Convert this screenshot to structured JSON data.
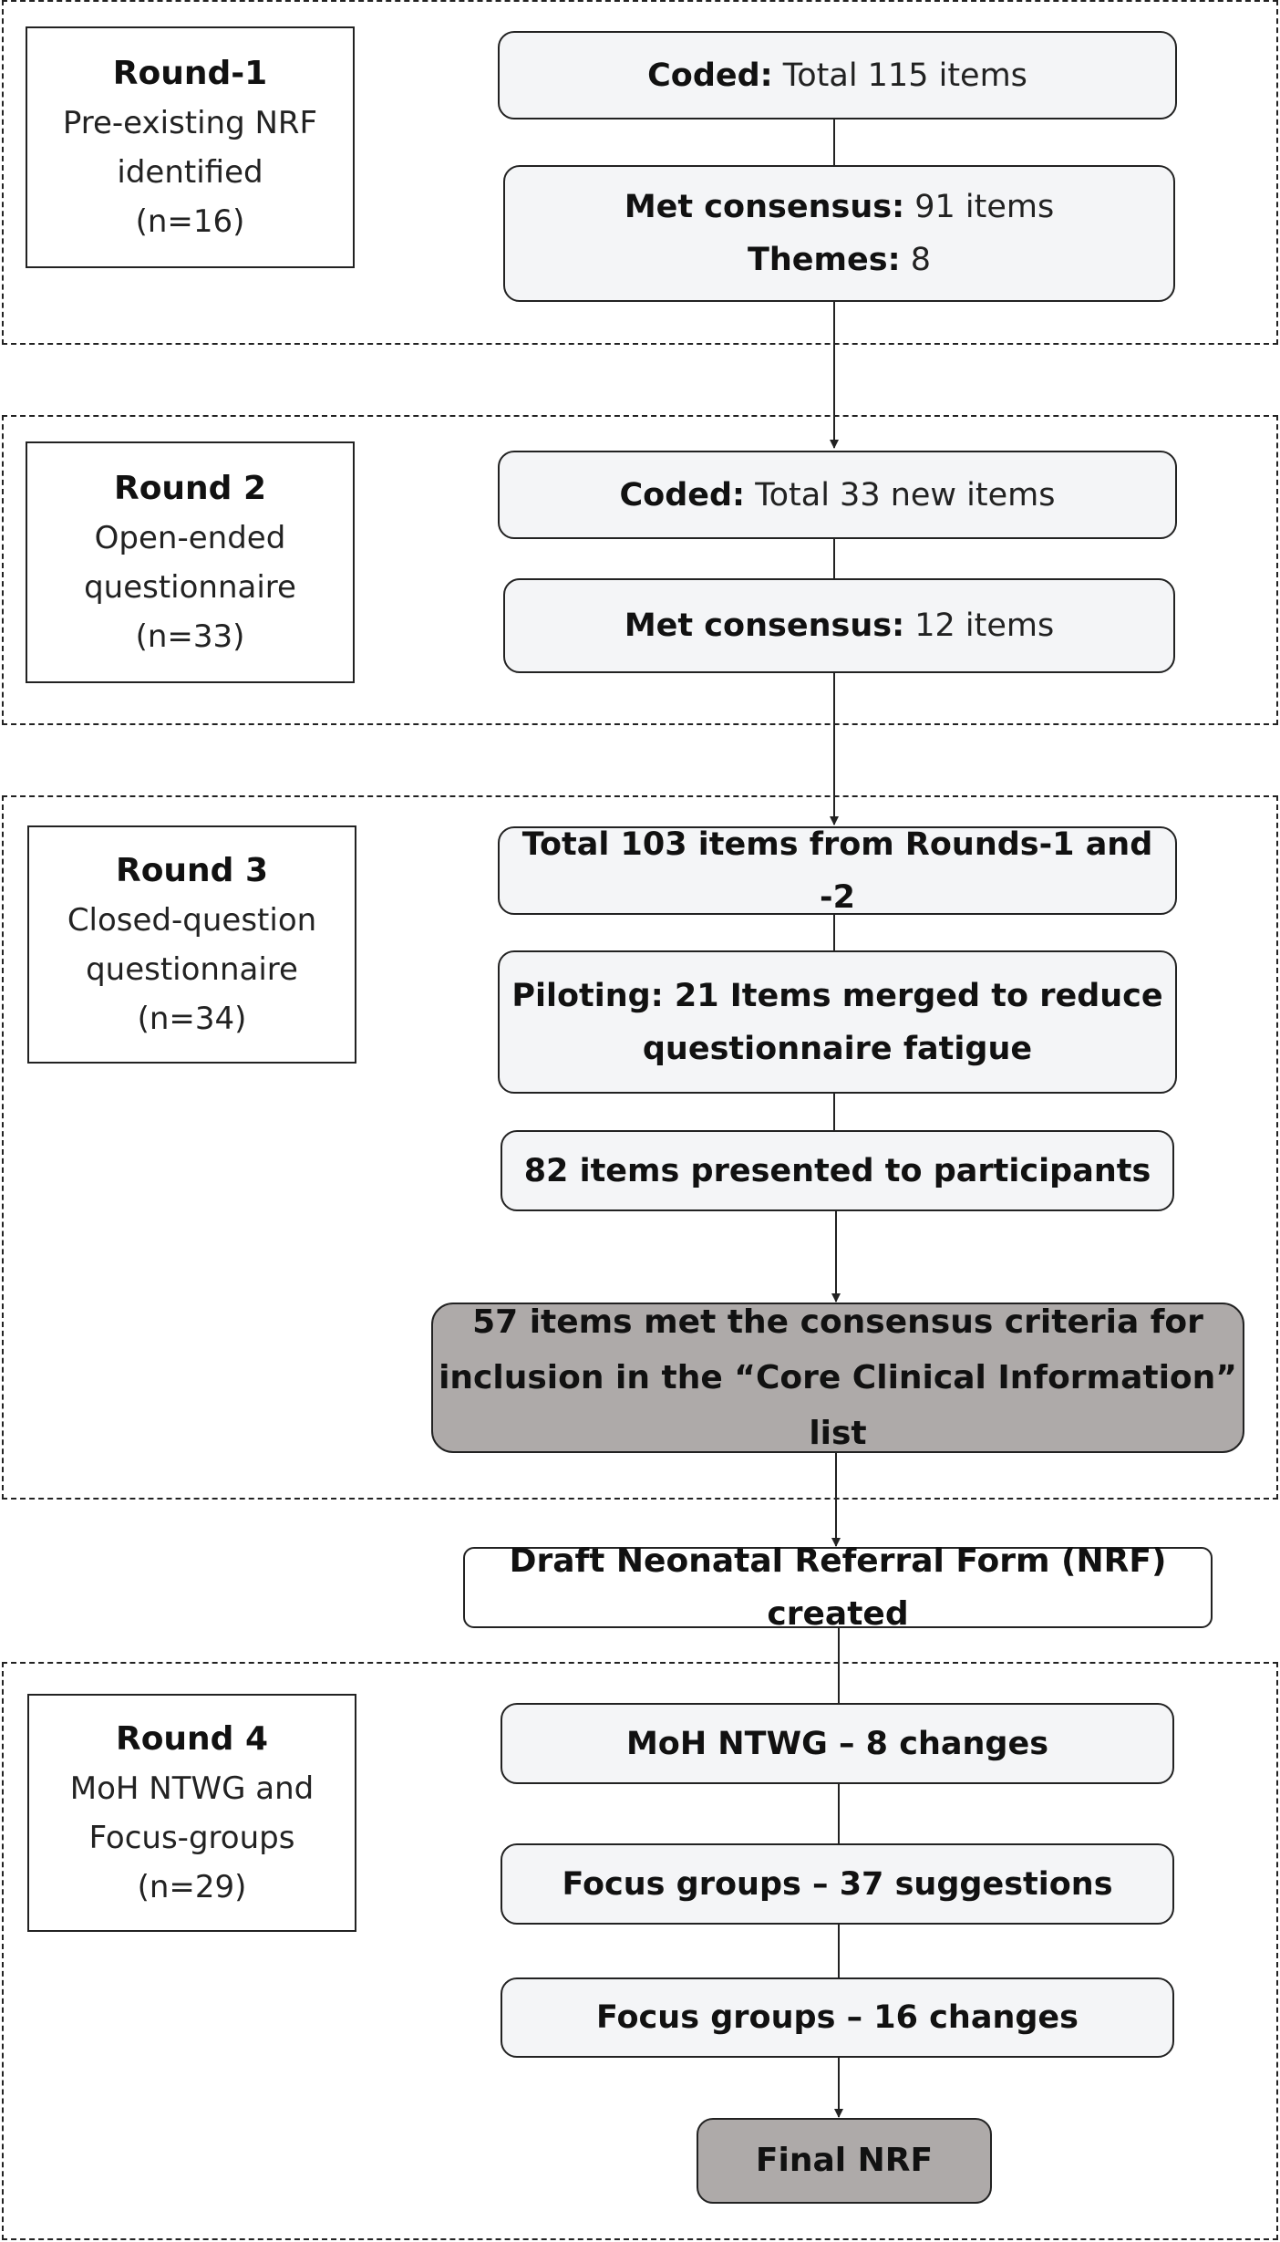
{
  "rounds": [
    {
      "title": "Round-1",
      "lines": [
        "Pre-existing NRF",
        "identified",
        "(n=16)"
      ],
      "nodes": [
        {
          "parts": [
            {
              "bold": "Coded:"
            },
            {
              "text": " Total 115 items"
            }
          ]
        },
        {
          "lines": [
            [
              {
                "bold": "Met consensus:"
              },
              {
                "text": " 91 items"
              }
            ],
            [
              {
                "bold": "Themes:"
              },
              {
                "text": " 8"
              }
            ]
          ]
        }
      ]
    },
    {
      "title": "Round 2",
      "lines": [
        "Open-ended",
        "questionnaire",
        "(n=33)"
      ],
      "nodes": [
        {
          "parts": [
            {
              "bold": "Coded:"
            },
            {
              "text": " Total 33 new items"
            }
          ]
        },
        {
          "parts": [
            {
              "bold": "Met consensus:"
            },
            {
              "text": " 12 items"
            }
          ]
        }
      ]
    },
    {
      "title": "Round 3",
      "lines": [
        "Closed-question",
        "questionnaire",
        "(n=34)"
      ],
      "nodes": [
        {
          "text": "Total 103 items from Rounds-1 and -2"
        },
        {
          "lines_text": [
            "Piloting: 21 Items merged to reduce",
            "questionnaire fatigue"
          ]
        },
        {
          "text": "82 items presented to participants"
        },
        {
          "lines_text": [
            "57 items met the consensus criteria for",
            "inclusion in the “Core Clinical Information” list"
          ]
        }
      ]
    },
    {
      "title": "Round 4",
      "lines": [
        "MoH NTWG and",
        "Focus-groups",
        "(n=29)"
      ],
      "nodes": [
        {
          "text": "MoH NTWG – 8 changes"
        },
        {
          "text": "Focus groups – 37 suggestions"
        },
        {
          "text": "Focus groups – 16 changes"
        },
        {
          "text": "Final NRF"
        }
      ]
    }
  ],
  "draft": "Draft Neonatal Referral Form (NRF) created",
  "colors": {
    "node_fill": "#f4f5f7",
    "highlight_fill": "#aeaaa9",
    "line": "#222222"
  }
}
